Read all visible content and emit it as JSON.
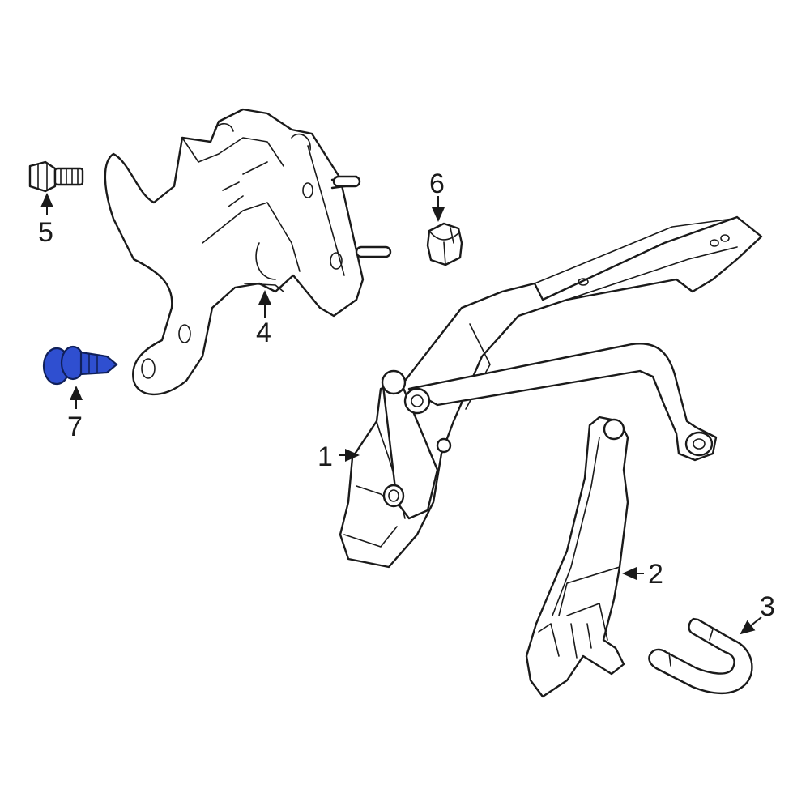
{
  "diagram": {
    "callouts": [
      {
        "id": "1",
        "label": "1"
      },
      {
        "id": "2",
        "label": "2"
      },
      {
        "id": "3",
        "label": "3"
      },
      {
        "id": "4",
        "label": "4"
      },
      {
        "id": "5",
        "label": "5"
      },
      {
        "id": "6",
        "label": "6"
      },
      {
        "id": "7",
        "label": "7"
      }
    ],
    "highlight_color": "#2f4fd0",
    "line_color": "#1a1a1a"
  }
}
